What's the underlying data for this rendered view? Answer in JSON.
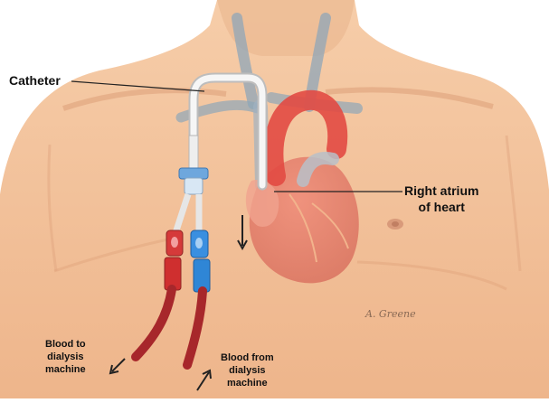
{
  "labels": {
    "catheter": "Catheter",
    "right_atrium_line1": "Right atrium",
    "right_atrium_line2": "of heart",
    "blood_to_line1": "Blood to",
    "blood_to_line2": "dialysis",
    "blood_to_line3": "machine",
    "blood_from_line1": "Blood from",
    "blood_from_line2": "dialysis",
    "blood_from_line3": "machine"
  },
  "signature": "A. Greene",
  "colors": {
    "background": "#ffffff",
    "skin": "#f2bf97",
    "skin_shadow": "#d9976e",
    "heart": "#e8705f",
    "vein": "#8fa6b8",
    "catheter": "#f3f3f3",
    "line_red": "#b02a2a",
    "line_blue": "#2f86d6",
    "label_text": "#111111"
  }
}
